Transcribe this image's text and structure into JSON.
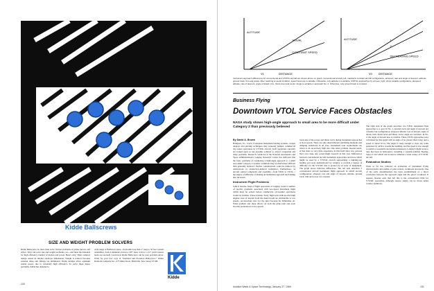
{
  "left_page": {
    "ad_headline": "Kidde Ballscrews",
    "ad_subhead": "SIZE AND WEIGHT PROBLEM SOLVERS",
    "body_col1": "Kidde Ballscrews do more than solve friction problems of prime movers and drives. They can solve size and weight problems, too—and meet the demands for high efficiency transfer of motion and power. Here's why: Their compact design results in smaller envelope dimensions. Weight is reduced because external tubes and fittings are eliminated. Kidde designs allow optimum usable power, due to extremely high efficiency. To solve these major problems, Kidde has designed a",
    "body_col2": "wide range of Ballscrew sizes—from units less than 1\" long to 32 foot custom assemblies; from 6 diameters down to 3/8\"; sizes 3/16 to 1-1/2\" (with various leads are stocked). Learn how Kidde Ballscrews can be your problem solver. Write for your free copy of \"Standard and Precision Ballscrews.\" Walter Kidde & Company Inc., 675 Main Street, Belleville, New Jersey 07109.",
    "logo_letter": "K",
    "logo_word": "Kidde",
    "folio": "100"
  },
  "right_page": {
    "chart_data": [
      {
        "type": "line",
        "ylabel": "ALTITUDE",
        "xlabel": "DISTANCE",
        "x_marker": "V1",
        "series": [
          {
            "name": "VISUAL",
            "points": [
              [
                0,
                0
              ],
              [
                1,
                1.0
              ]
            ]
          },
          {
            "name": "CONSTANT SPEED",
            "points": [
              [
                0,
                0
              ],
              [
                1,
                0.55
              ]
            ]
          }
        ]
      },
      {
        "type": "line",
        "ylabel": "ALTITUDE",
        "xlabel": "DISTANCE",
        "x_marker": "V0",
        "series": [
          {
            "name": "1",
            "points": [
              [
                0,
                0
              ],
              [
                1,
                1.0
              ]
            ]
          },
          {
            "name": "2",
            "points": [
              [
                0,
                0
              ],
              [
                1,
                0.78
              ]
            ]
          },
          {
            "name": "DECREASING SPEED",
            "points": [
              [
                0,
                0
              ],
              [
                1,
                0.4
              ]
            ]
          }
        ]
      }
    ],
    "caption": "Instrument approach differences for conventional and V/STOL aircraft are shown above on graph. Conventional aircraft, left, maintains constant aircraft configuration, airspeed, rate and angle of descent, attitude, ground track, trim and power. After reaching a visual condition, speed becomes a variable. Otherwise, only altitude is a variable. V/STOL approaches by a hover, right, show variable configuration, airspeed, attitude, rate of descent, angle of attack, trim, thrust level and vector. Angle is variable in approach No. 2. Otherwise, only ground track is constant.",
    "section": "Business Flying",
    "headline": "Downtown VTOL Service Faces Obstacles",
    "deck": "NASA study shows high-angle approach to small area to be more difficult under Category 2 than previously believed",
    "byline": "By David A. Brown",
    "col1": "Hampton, Va.—Lack of adequate instrument landing systems, cockpit displays and piloting techniques may seriously hamper commercial city-center operations by V/STOL aircraft. Such operations currently are looked upon as one possible solution to airport congestion and delay problems. Research conducted at the National Aeronautics and Space Administration's Langley Research Center has indicated that the basic problems of conducting a high-angle approach to a small area under Category 2 weather conditions may be much more difficult than generally believed. Further complications could be induced by obstructions or obstruction-induced turbulence. Furthermore, as aircraft control complexity and capability—from STOL to VTOL—the degree of difficulty of making an instrument approach and landing also increases.",
    "col1_head": "Instrument Flight Problems",
    "col1b": "John P. Reeder, head of flight operations at Langley, noted a number of specific problems associated with low-speed instrument flight which must be solved before commercial all-weather operations would be feasible. These include: Early flight tests indicate that high angular rates of descent from the desired path are attributable to low speeds. Acceleration rises for the pilot because he diminishes air. Wind gradient and shear effects on both the glide path and track become pronounced at low speeds.",
    "col2": "track side of the power and thrust curve during instrument approaches at slow speeds. There are only small inherent stabilizing moments and damping tendencies in all axes. Instrument scan requirements are raised to an excessively high rate. One other problem, Reeder noted, is that there is very little experience in this field since few persons have ever done any actual flight research in this area. Differences between conventional aircraft instrument approaches and those which might be used by a V/STOL aircraft approaching a building-top landing pad were demonstrated by Langley to provide a degree of difficulty for the V/STOL that is greater by an order of magnitude. The graph above indicates differences. The left side describes a conventional aircraft instrument flight approach in which aircraft configuration, airspeed, rate and angle of descent, attitude, ground track, trim and power are constant.",
    "col3": "The right side of the graph describes two VTOL instrument final approaches to a spot. In No. 1, ground track and angle of descent are constant, but configuration, airspeed, altitude, rate of descent, angle of attack, trim, thrust level and thrust vector angle are variables. In No. 2, the angle of descent also is variable. These VTOL approaches were calculated for this graph with an angle of no greater than 6 deg. and a speed of about 10 kt. The angle is steep enough to clear any wake generated by airflow around the building, and the speed is low enough to permit a reasonable deceleration maneuver. Langley's flight work to date has been in helicopters, including a variable-stability Boeing-Vertol V-107 which can be used to simulate a wide variety of V/STOL aircraft.",
    "col3_head": "Evaluation Studies",
    "col3b": "Work so far has centered on evaluation of instrument flying characteristics and studies of pilot actions, workloads and needs. One of the early determinations has been establishment of a direct correlation between the approach angle and the pilot's workload. It appears, Reeder said, that left this is the conventional limit for V/STOL operations, although steeper angles can be flown under certain conditions.",
    "folio_left": "Aviation Week & Space Technology, January 27, 1969",
    "folio_right": "101"
  }
}
